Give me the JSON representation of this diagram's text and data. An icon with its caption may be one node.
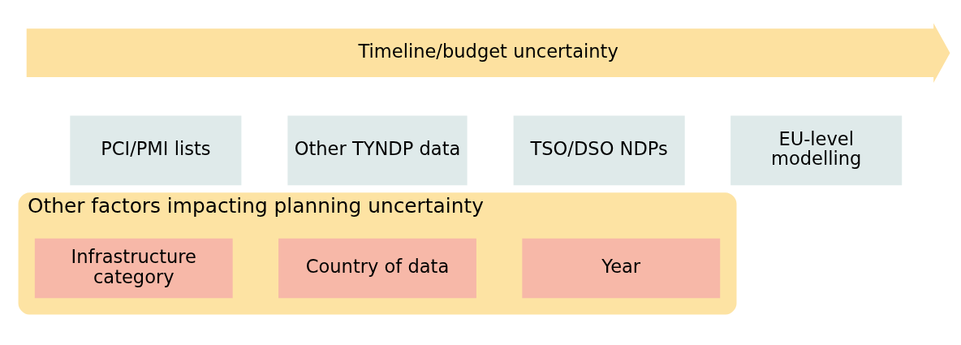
{
  "diagram": {
    "nodes": [
      {
        "text": [
          "Timeline/budget uncertainty"
        ]
      },
      {
        "text": [
          "PCI/PMI lists"
        ]
      },
      {
        "text": [
          "Other TYNDP data"
        ]
      },
      {
        "text": [
          "TSO/DSO NDPs"
        ]
      },
      {
        "text": [
          "EU-level modelling"
        ]
      },
      {
        "text": [
          "Other factors impacting planning uncertainty"
        ]
      },
      {
        "text": [
          "Infrastructure category"
        ],
        "in": 5
      },
      {
        "text": [
          "Country of data"
        ],
        "in": 5
      },
      {
        "text": [
          "Year"
        ],
        "in": 5
      }
    ]
  }
}
